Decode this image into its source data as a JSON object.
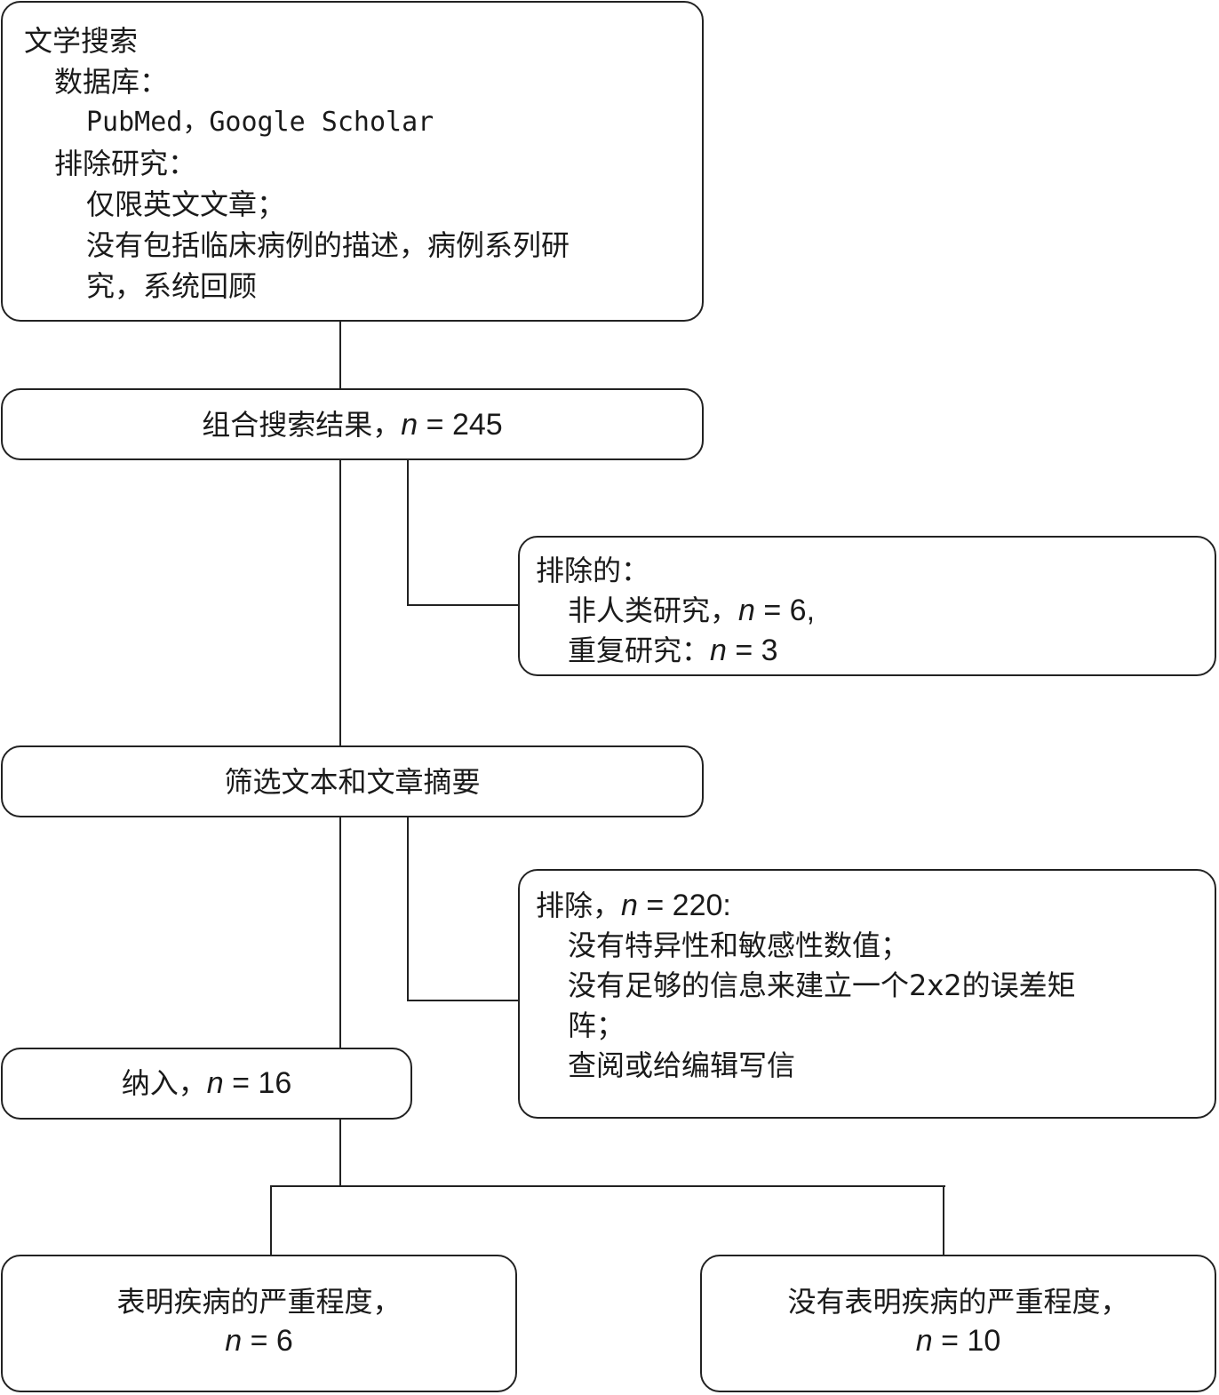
{
  "search_box": {
    "title": "文学搜索",
    "db_label": "数据库：",
    "databases": "PubMed，Google Scholar",
    "exclude_label": "排除研究：",
    "exclude_1": "仅限英文文章；",
    "exclude_2a": "没有包括临床病例的描述，病例系列研",
    "exclude_2b": "究，系统回顾"
  },
  "combined_box": {
    "text": "组合搜索结果，",
    "n_symbol": "n",
    "n_value": " = 245"
  },
  "excluded_box_1": {
    "title": "排除的：",
    "item_1_text": "非人类研究，",
    "item_1_n": "n",
    "item_1_value": " = 6,",
    "item_2_text": "重复研究：",
    "item_2_n": "n",
    "item_2_value": " = 3"
  },
  "screen_box": {
    "text": "筛选文本和文章摘要"
  },
  "excluded_box_2": {
    "title_text": "排除，",
    "title_n": "n",
    "title_value": " = 220:",
    "item_1": "没有特异性和敏感性数值；",
    "item_2a": "没有足够的信息来建立一个2x2的误差矩",
    "item_2b": "阵；",
    "item_3": "查阅或给编辑写信"
  },
  "included_box": {
    "text": "纳入，",
    "n_symbol": "n",
    "n_value": " = 16"
  },
  "severity_box": {
    "text": "表明疾病的严重程度，",
    "n_symbol": "n",
    "n_value": " = 6"
  },
  "no_severity_box": {
    "text": "没有表明疾病的严重程度，",
    "n_symbol": "n",
    "n_value": " = 10"
  }
}
